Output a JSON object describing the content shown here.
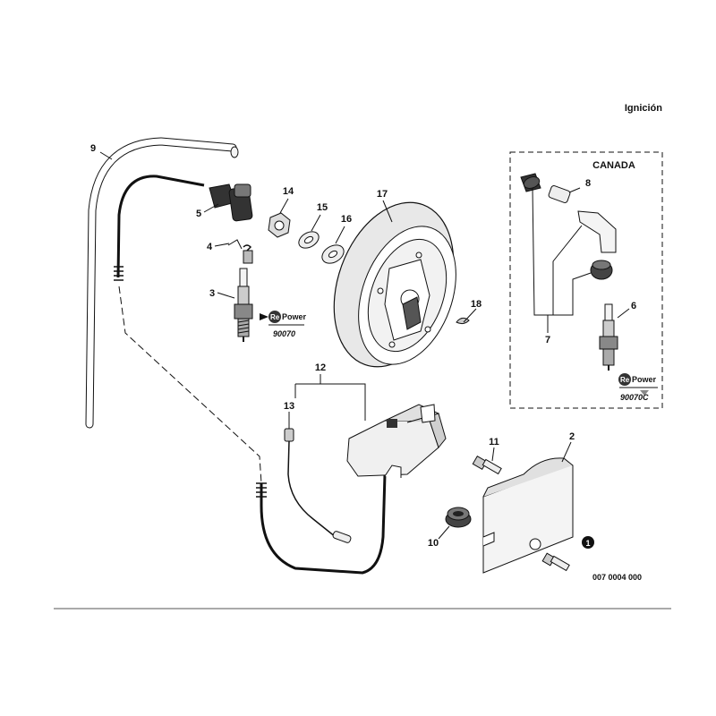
{
  "section_title": "Ignición",
  "canada_label": "CANADA",
  "drawing_number": "007 0004 000",
  "notice_number": "1",
  "brand": {
    "prefix": "Re",
    "name": "Power"
  },
  "repower_parts": [
    "90070",
    "90070C"
  ],
  "callouts": [
    "1",
    "2",
    "3",
    "4",
    "5",
    "6",
    "7",
    "8",
    "9",
    "10",
    "11",
    "12",
    "13",
    "14",
    "15",
    "16",
    "17",
    "18"
  ]
}
